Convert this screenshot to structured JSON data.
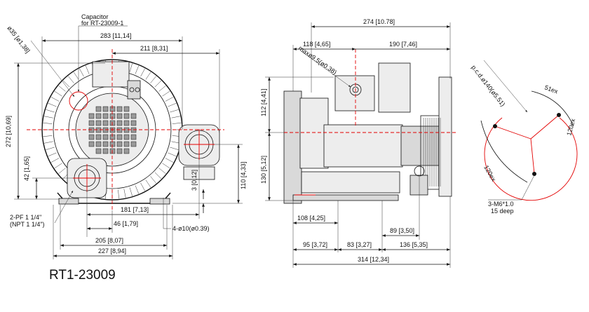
{
  "model": "RT1-23009",
  "labels": {
    "capacitor_line1": "Capacitor",
    "capacitor_line2": "for RT-23009-1",
    "d35": "ø35 [ø1,38]",
    "maxd": "maxø9.5(ø0.38)",
    "pcd": "p.c.d.ø140(ø5.51)",
    "port_line1": "2-PF 1 1/4\"",
    "port_line2": "(NPT 1 1/4\")",
    "holes": "4-ø10(ø0.39)",
    "tap_line1": "3-M6*1.0",
    "tap_line2": "15 deep",
    "ang51": "51ex",
    "ang120a": "120ex",
    "ang120b": "120ex"
  },
  "dimensions": {
    "d283": "283 [11,14]",
    "d211": "211 [8,31]",
    "d272": "272 [10,69]",
    "d42": "42 [1,65]",
    "d110": "110 [4,33]",
    "d3": "3 [0,12]",
    "d181": "181 [7,13]",
    "d46": "46 [1,79]",
    "d205": "205 [8,07]",
    "d227": "227 [8,94]",
    "d274": "274 [10.78]",
    "d118": "118 [4,65]",
    "d190": "190 [7,46]",
    "d112": "112 [4,41]",
    "d130": "130 [5,12]",
    "d108": "108 [4,25]",
    "d89": "89 [3,50]",
    "d95": "95 [3,72]",
    "d83": "83 [3,27]",
    "d136": "136 [5,35]",
    "d314": "314 [12,34]"
  }
}
